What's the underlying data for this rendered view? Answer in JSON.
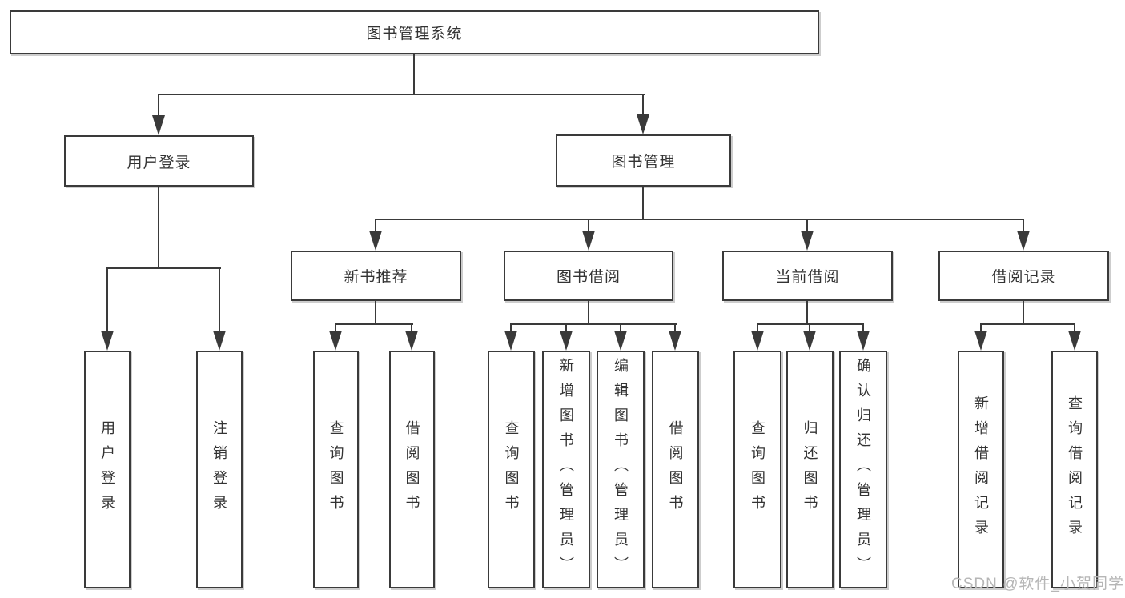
{
  "diagram": {
    "title": "图书管理系统",
    "level2": [
      {
        "label": "用户登录"
      },
      {
        "label": "图书管理"
      }
    ],
    "level3": [
      {
        "label": "新书推荐"
      },
      {
        "label": "图书借阅"
      },
      {
        "label": "当前借阅"
      },
      {
        "label": "借阅记录"
      }
    ],
    "leaves": {
      "user_login": [
        {
          "label": "用户登录"
        },
        {
          "label": "注销登录"
        }
      ],
      "new_book": [
        {
          "label": "查询图书"
        },
        {
          "label": "借阅图书"
        }
      ],
      "book_borrow": [
        {
          "label": "查询图书"
        },
        {
          "label": "新增图书（管理员）"
        },
        {
          "label": "编辑图书（管理员）"
        },
        {
          "label": "借阅图书"
        }
      ],
      "current_borrow": [
        {
          "label": "查询图书"
        },
        {
          "label": "归还图书"
        },
        {
          "label": "确认归还（管理员）"
        }
      ],
      "borrow_record": [
        {
          "label": "新增借阅记录"
        },
        {
          "label": "查询借阅记录"
        }
      ]
    },
    "watermark": "CSDN @软件_小贺同学",
    "colors": {
      "line": "#3a3a3a",
      "text": "#333333",
      "watermark": "#b6b6b6",
      "background": "#ffffff"
    }
  }
}
